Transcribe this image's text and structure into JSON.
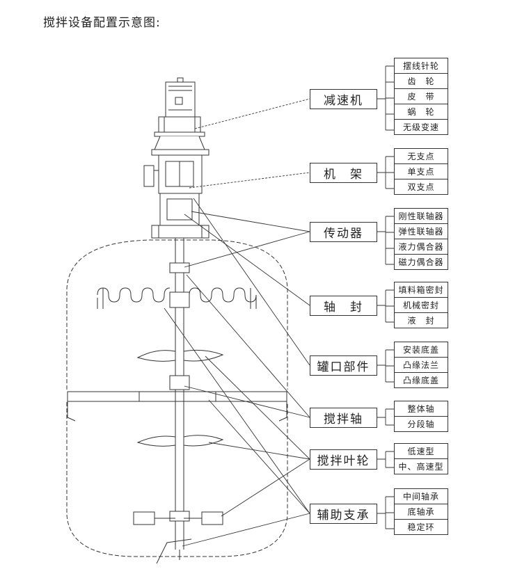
{
  "title": "搅拌设备配置示意图:",
  "groups": [
    {
      "label": "减速机",
      "options": [
        "摆线针轮",
        "齿　轮",
        "皮　带",
        "蜗　轮",
        "无级变速"
      ]
    },
    {
      "label": "机　架",
      "options": [
        "无支点",
        "单支点",
        "双支点"
      ]
    },
    {
      "label": "传动器",
      "options": [
        "刚性联轴器",
        "弹性联轴器",
        "液力偶合器",
        "磁力偶合器"
      ]
    },
    {
      "label": "轴　封",
      "options": [
        "填料箱密封",
        "机械密封",
        "液　封"
      ]
    },
    {
      "label": "罐口部件",
      "options": [
        "安装底盖",
        "凸缘法兰",
        "凸缘底盖"
      ]
    },
    {
      "label": "搅拌轴",
      "options": [
        "整体轴",
        "分段轴"
      ]
    },
    {
      "label": "搅拌叶轮",
      "options": [
        "低速型",
        "中、高速型"
      ]
    },
    {
      "label": "辅助支承",
      "options": [
        "中间轴承",
        "底轴承",
        "稳定环"
      ]
    }
  ]
}
